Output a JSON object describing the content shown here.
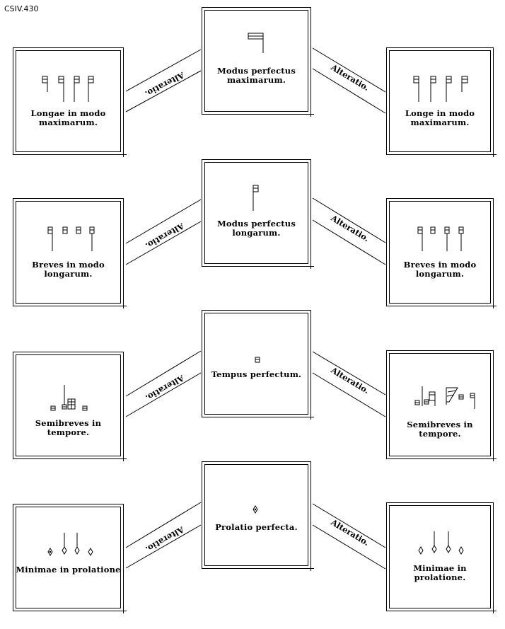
{
  "reference": "CSIV.430",
  "rows": [
    {
      "left": {
        "label": "Longae in modo\nmaximarum."
      },
      "center": {
        "label": "Modus perfectus\nmaximarum."
      },
      "right": {
        "label": "Longe in modo\nmaximarum."
      },
      "left_link": "Alteratio.",
      "right_link": "Alteratio."
    },
    {
      "left": {
        "label": "Breves in modo\nlongarum."
      },
      "center": {
        "label": "Modus perfectus\nlongarum."
      },
      "right": {
        "label": "Breves in modo\nlongarum."
      },
      "left_link": "Alteratio.",
      "right_link": "Alteratio."
    },
    {
      "left": {
        "label": "Semibreves in tempore."
      },
      "center": {
        "label": "Tempus perfectum."
      },
      "right": {
        "label": "Semibreves in tempore."
      },
      "left_link": "Alteratio.",
      "right_link": "Alteratio."
    },
    {
      "left": {
        "label": "Minimae in prolatione"
      },
      "center": {
        "label": "Prolatio perfecta."
      },
      "right": {
        "label": "Minimae in prolatione."
      },
      "left_link": "Alteratio.",
      "right_link": "Alteratio."
    }
  ]
}
